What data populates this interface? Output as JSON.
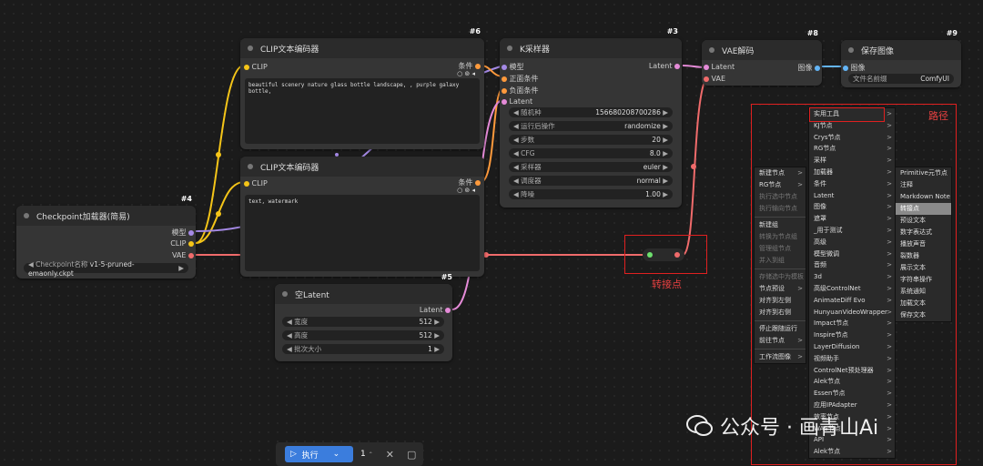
{
  "nodes": {
    "clip1": {
      "title": "CLIP文本编码器",
      "badge": "#6",
      "in_clip": "CLIP",
      "out": "条件",
      "text": "beautiful scenery nature glass bottle landscape, , purple galaxy bottle,"
    },
    "clip2": {
      "title": "CLIP文本编码器",
      "badge": "",
      "in_clip": "CLIP",
      "out": "条件",
      "text": "text, watermark"
    },
    "ksampler": {
      "title": "K采样器",
      "badge": "#3",
      "in_model": "模型",
      "in_pos": "正面条件",
      "in_neg": "负面条件",
      "in_latent": "Latent",
      "out": "Latent",
      "widgets": [
        {
          "label": "随机种",
          "value": "156680208700286"
        },
        {
          "label": "运行后操作",
          "value": "randomize"
        },
        {
          "label": "步数",
          "value": "20"
        },
        {
          "label": "CFG",
          "value": "8.0"
        },
        {
          "label": "采样器",
          "value": "euler"
        },
        {
          "label": "调度器",
          "value": "normal"
        },
        {
          "label": "降噪",
          "value": "1.00"
        }
      ]
    },
    "vae": {
      "title": "VAE解码",
      "badge": "#8",
      "in_latent": "Latent",
      "in_vae": "VAE",
      "out": "图像"
    },
    "save": {
      "title": "保存图像",
      "badge": "#9",
      "in_image": "图像",
      "prefix_label": "文件名前缀",
      "prefix_value": "ComfyUI"
    },
    "ckpt": {
      "title": "Checkpoint加载器(简易)",
      "badge": "#4",
      "out_model": "模型",
      "out_clip": "CLIP",
      "out_vae": "VAE",
      "name_label": "Checkpoint名称",
      "name_value": "v1-5-pruned-emaonly.ckpt"
    },
    "latent": {
      "title": "空Latent",
      "badge": "#5",
      "out": "Latent",
      "widgets": [
        {
          "label": "宽度",
          "value": "512"
        },
        {
          "label": "高度",
          "value": "512"
        },
        {
          "label": "批次大小",
          "value": "1"
        }
      ]
    }
  },
  "annotations": {
    "reroute": "转接点",
    "path": "路径"
  },
  "menu1": {
    "items": [
      {
        "label": "新建节点",
        "arrow": true
      },
      {
        "label": "RG节点",
        "arrow": true
      },
      {
        "label": "执行选中节点",
        "dim": true
      },
      {
        "label": "执行输向节点",
        "dim": true
      },
      {
        "label": "新建组"
      },
      {
        "label": "转换为节点组",
        "dim": true
      },
      {
        "label": "管理组节点",
        "dim": true
      },
      {
        "label": "并入到组",
        "dim": true
      },
      {
        "label": "存储选中为模板",
        "dim": true
      },
      {
        "label": "节点预设",
        "arrow": true
      },
      {
        "label": "对齐到左侧"
      },
      {
        "label": "对齐到右侧"
      },
      {
        "label": "停止跟随运行"
      },
      {
        "label": "前往节点",
        "arrow": true
      },
      {
        "label": "工作流图像",
        "arrow": true
      }
    ]
  },
  "menu2": {
    "items": [
      "实用工具",
      "KJ节点",
      "Crys节点",
      "RG节点",
      "采样",
      "加载器",
      "条件",
      "Latent",
      "图像",
      "遮罩",
      "_用于测试",
      "高级",
      "模型微调",
      "音频",
      "3d",
      "高级ControlNet",
      "AnimateDiff Evo",
      "HunyuanVideoWrapper",
      "Impact节点",
      "Inspire节点",
      "LayerDiffusion",
      "视频助手",
      "ControlNet预处理器",
      "Alek节点",
      "Essen节点",
      "应用IPAdapter",
      "效率节点",
      "WAS节点",
      "API",
      "Alek节点"
    ]
  },
  "menu3": {
    "items": [
      "Primitive元节点",
      "注释",
      "Markdown Note",
      "转接点",
      "预设文本",
      "数字表达式",
      "播放声音",
      "裂数器",
      "展示文本",
      "字符串操作",
      "系统通知",
      "加载文本",
      "保存文本"
    ],
    "highlight": 3
  },
  "toolbar": {
    "run_label": "执行",
    "count": "1"
  },
  "watermark": {
    "text": "公众号 · 画青山Ai"
  }
}
